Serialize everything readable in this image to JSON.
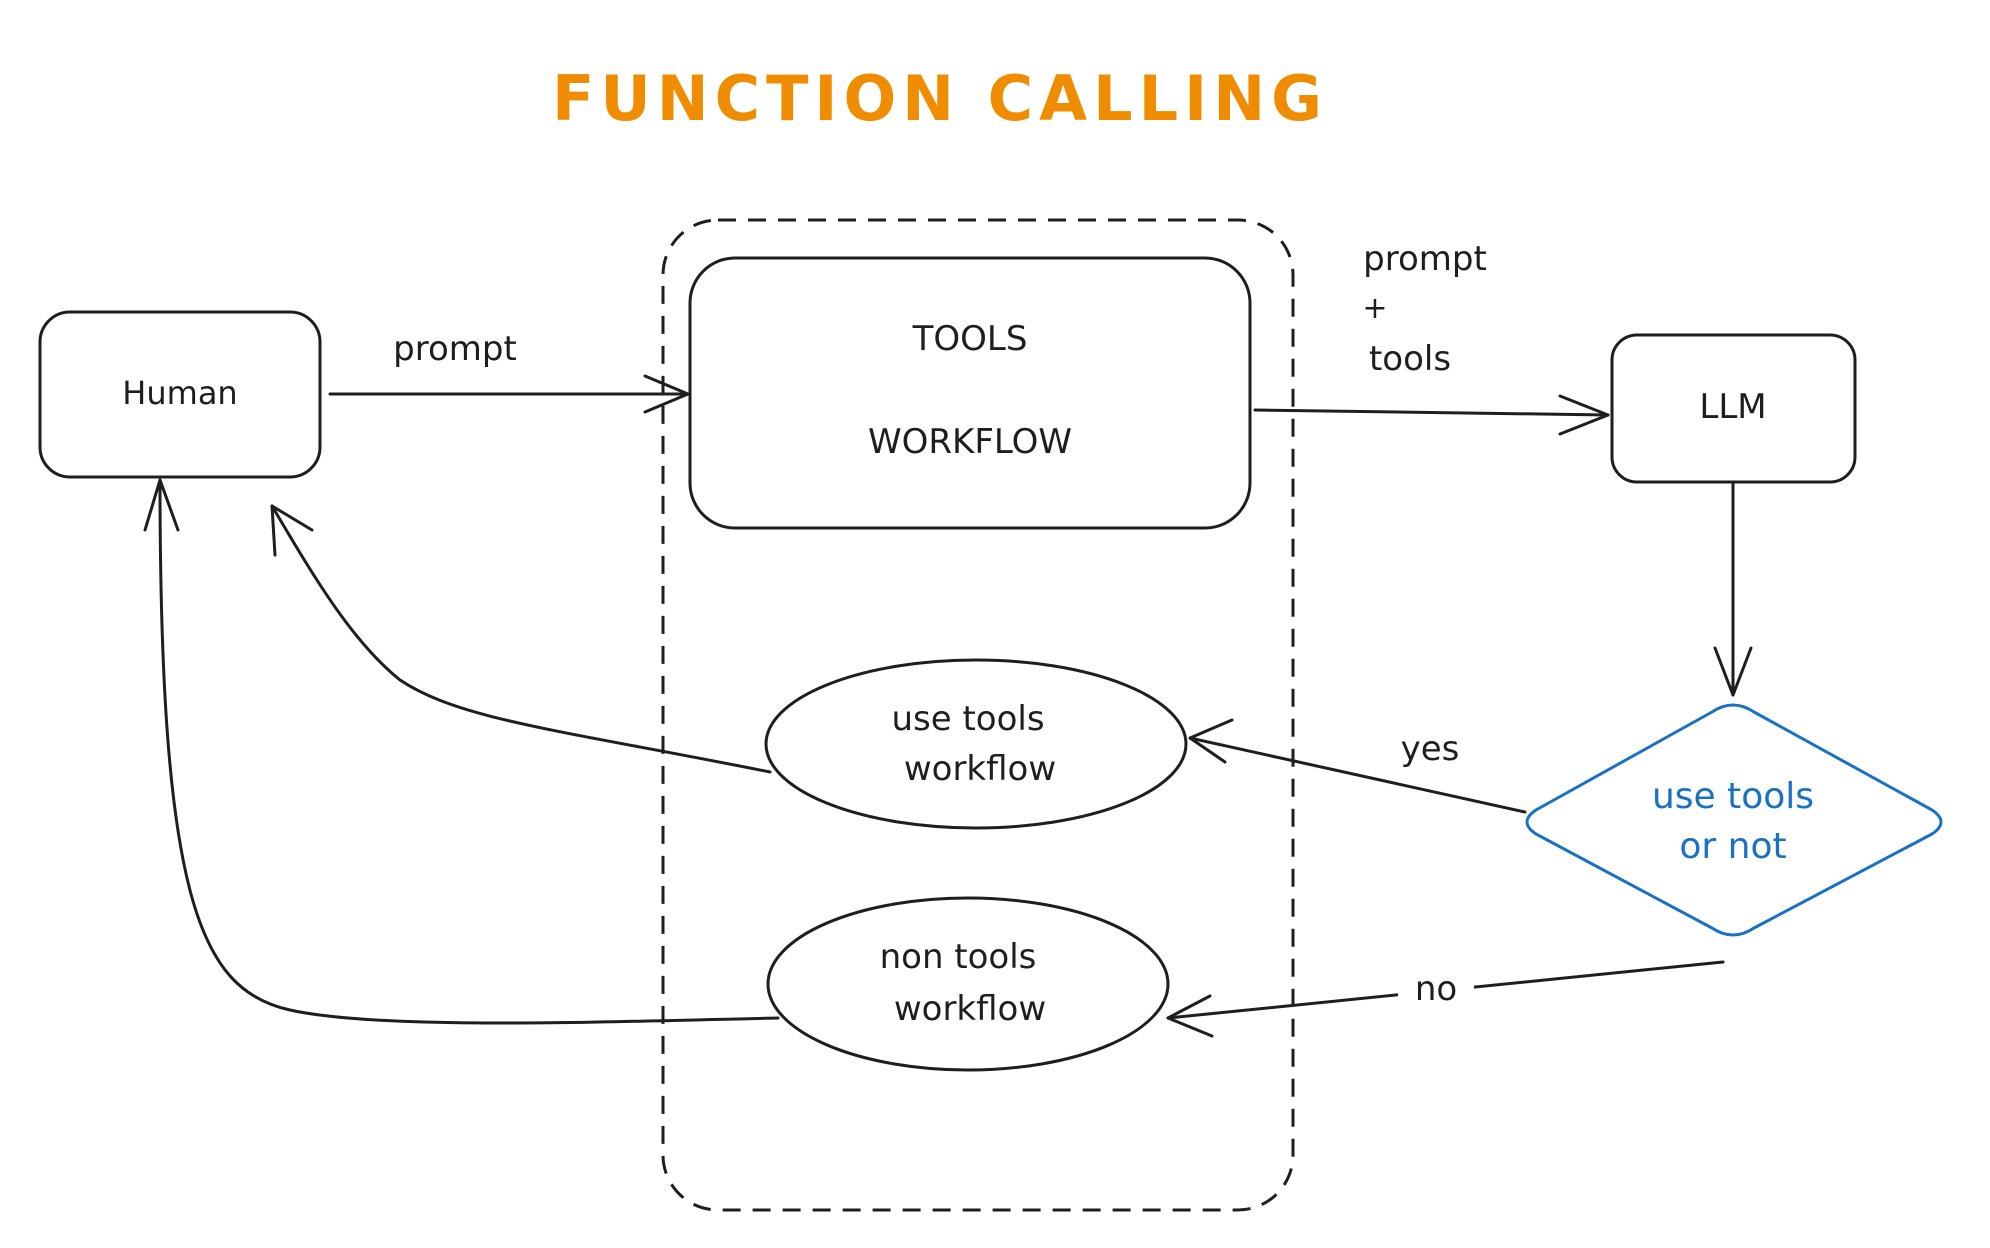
{
  "title": "FUNCTION CALLING",
  "colors": {
    "title": "#f08c00",
    "decision": "#1971c2",
    "ink": "#1e1e1e"
  },
  "nodes": {
    "human": "Human",
    "tools_line1": "TOOLS",
    "tools_line2": "WORKFLOW",
    "llm": "LLM",
    "use_tools_line1": "use tools",
    "use_tools_line2": "workflow",
    "non_tools_line1": "non tools",
    "non_tools_line2": "workflow",
    "decision_line1": "use tools",
    "decision_line2": "or not"
  },
  "edges": {
    "prompt": "prompt",
    "prompt_tools_1": "prompt",
    "prompt_tools_2": "+",
    "prompt_tools_3": "tools",
    "yes": "yes",
    "no": "no"
  }
}
